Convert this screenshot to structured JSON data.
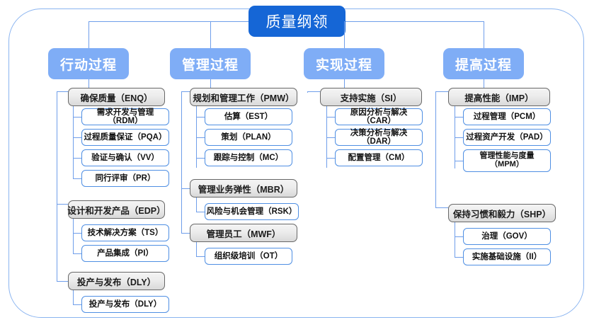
{
  "title": "质量纲领",
  "colors": {
    "title_bg": "#1566d6",
    "column_head_bg": "#7fadf6",
    "connector": "#6f9eea",
    "frame_border": "#8ab4f0",
    "category_border": "#676767",
    "leaf_border": "#4f8fe3"
  },
  "columns": [
    {
      "heading": "行动过程",
      "groups": [
        {
          "category": "确保质量（ENQ）",
          "items": [
            "需求开发与管理（RDM）",
            "过程质量保证（PQA）",
            "验证与确认（VV）",
            "同行评审（PR）"
          ]
        },
        {
          "category": "设计和开发产品（EDP）",
          "items": [
            "技术解决方案（TS）",
            "产品集成（PI）"
          ]
        },
        {
          "category": "投产与发布（DLY）",
          "items": [
            "投产与发布（DLY）"
          ]
        }
      ]
    },
    {
      "heading": "管理过程",
      "groups": [
        {
          "category": "规划和管理工作（PMW）",
          "items": [
            "估算（EST）",
            "策划（PLAN）",
            "跟踪与控制（MC）"
          ]
        },
        {
          "category": "管理业务弹性（MBR）",
          "items": [
            "风险与机会管理（RSK）"
          ]
        },
        {
          "category": "管理员工（MWF）",
          "items": [
            "组织级培训（OT）"
          ]
        }
      ]
    },
    {
      "heading": "实现过程",
      "groups": [
        {
          "category": "支持实施（SI）",
          "items": [
            "原因分析与解决（CAR）",
            "决策分析与解决（DAR）",
            "配置管理（CM）"
          ]
        }
      ]
    },
    {
      "heading": "提高过程",
      "groups": [
        {
          "category": "提高性能（IMP）",
          "items": [
            "过程管理（PCM）",
            "过程资产开发（PAD）",
            "管理性能与度量\n（MPM）"
          ]
        },
        {
          "category": "保持习惯和毅力（SHP）",
          "items": [
            "治理（GOV）",
            "实施基础设施（II）"
          ]
        }
      ]
    }
  ]
}
